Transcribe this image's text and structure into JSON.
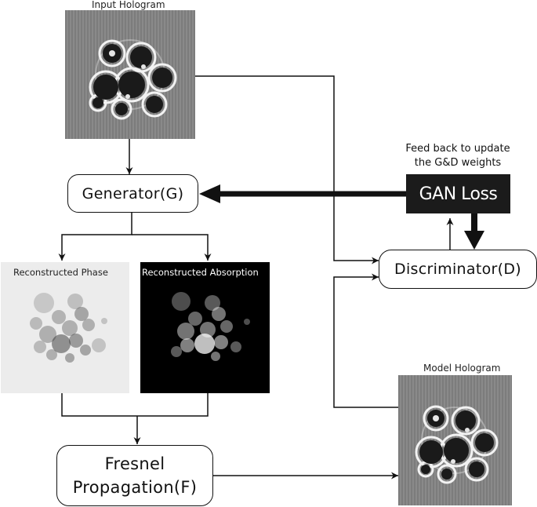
{
  "nodes": {
    "input_hologram": "Input Hologram",
    "generator": "Generator(G)",
    "gan_loss": "GAN Loss",
    "feedback_line1": "Feed back to update",
    "feedback_line2": "the G&D weights",
    "discriminator": "Discriminator(D)",
    "reconstructed_phase": "Reconstructed Phase",
    "reconstructed_absorption": "Reconstructed Absorption",
    "fresnel_line1": "Fresnel",
    "fresnel_line2": "Propagation(F)",
    "model_hologram": "Model Hologram"
  },
  "colors": {
    "hologram_bg": "#8a8a8a",
    "phase_bg": "#ececec",
    "absorption_bg": "#000000",
    "gan_box": "#1b1b1b"
  }
}
